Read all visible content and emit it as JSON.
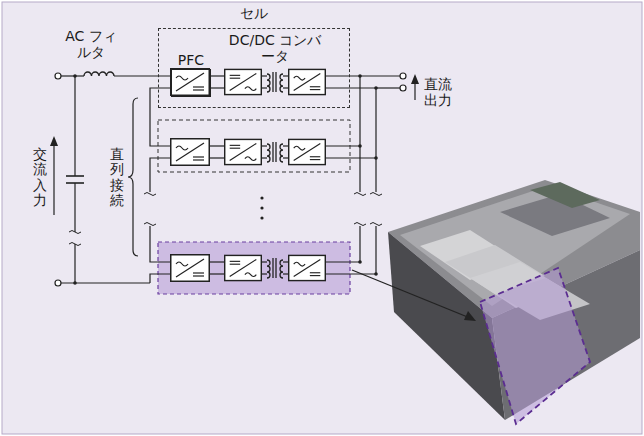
{
  "diagram": {
    "nodes": [
      {
        "text": [
          "セル"
        ]
      },
      {
        "text": [
          "PFC"
        ],
        "in": 0
      }
    ],
    "labels": [
      "AC フィルタ",
      "DC/DC コンバータ",
      "交流入力",
      "直列接続",
      "直流出力"
    ]
  }
}
